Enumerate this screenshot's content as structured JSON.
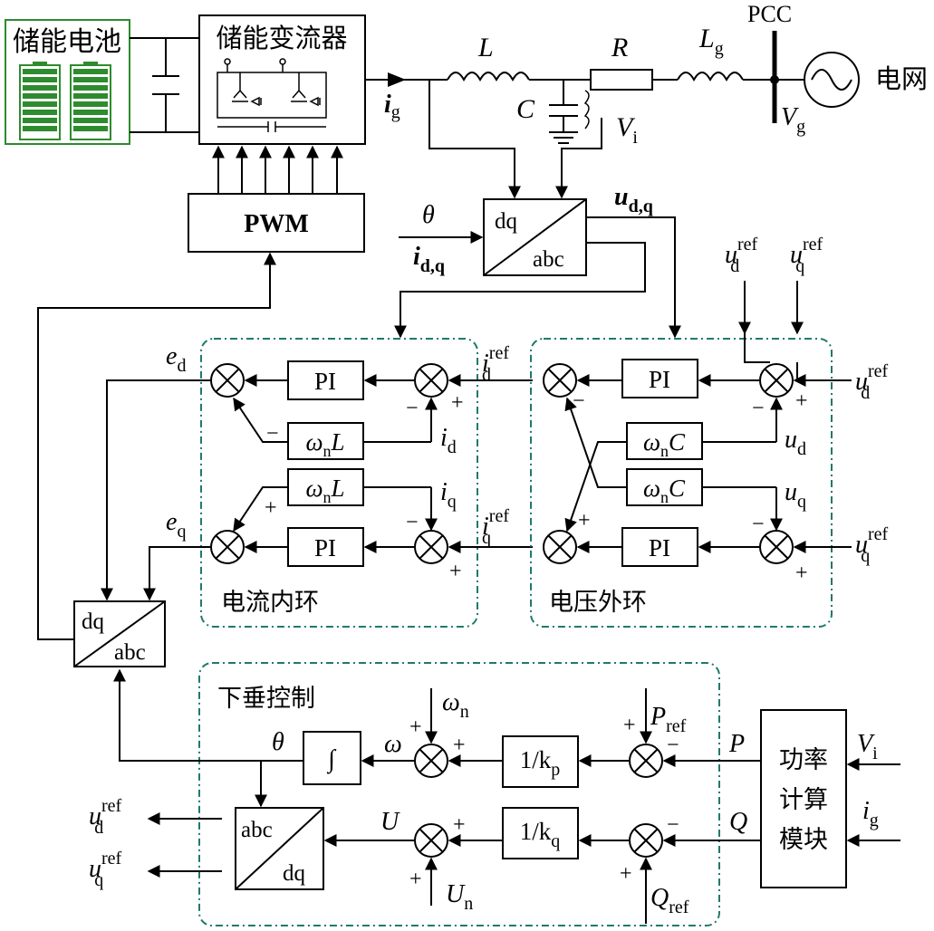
{
  "battery": {
    "label": "储能电池"
  },
  "converter": {
    "label": "储能变流器"
  },
  "grid": {
    "pcc": "PCC",
    "label": "电网",
    "L": "L",
    "R": "R",
    "Lg": "L",
    "Lg_sub": "g",
    "C": "C",
    "Vi": "V",
    "Vi_sub": "i",
    "Vg": "V",
    "Vg_sub": "g",
    "ig": "i",
    "ig_sub": "g"
  },
  "pwm": {
    "label": "PWM"
  },
  "dq_abc_top": {
    "top": "dq",
    "bottom": "abc",
    "theta": "θ",
    "idq": "i",
    "idq_sub": "d,q",
    "udq": "u",
    "udq_sub": "d,q"
  },
  "current_loop": {
    "title": "电流内环",
    "pi": "PI",
    "wnL": "ω",
    "wnL_sub": "n",
    "wnL_tail": "L",
    "ed": "e",
    "ed_sub": "d",
    "eq": "e",
    "eq_sub": "q",
    "id": "i",
    "id_sub": "d",
    "iq": "i",
    "iq_sub": "q",
    "idref": "i",
    "idref_sub": "d",
    "idref_sup": "ref",
    "iqref": "i",
    "iqref_sub": "q",
    "iqref_sup": "ref"
  },
  "voltage_loop": {
    "title": "电压外环",
    "pi": "PI",
    "wnC": "ω",
    "wnC_sub": "n",
    "wnC_tail": "C",
    "ud": "u",
    "ud_sub": "d",
    "uq": "u",
    "uq_sub": "q",
    "udref": "u",
    "udref_sub": "d",
    "udref_sup": "ref",
    "uqref": "u",
    "uqref_sub": "q",
    "uqref_sup": "ref"
  },
  "dq_abc_left": {
    "top": "dq",
    "bottom": "abc"
  },
  "droop": {
    "title": "下垂控制",
    "integrator": "∫",
    "kp": "1/k",
    "kp_sub": "p",
    "kq": "1/k",
    "kq_sub": "q",
    "omega": "ω",
    "omega_n": "ω",
    "omega_n_sub": "n",
    "theta": "θ",
    "U": "U",
    "Un": "U",
    "Un_sub": "n",
    "Pref": "P",
    "Pref_sub": "ref",
    "Qref": "Q",
    "Qref_sub": "ref",
    "P": "P",
    "Q": "Q",
    "abc_dq_top": "abc",
    "abc_dq_bottom": "dq",
    "out_ud": "u",
    "out_ud_sub": "d",
    "out_ud_sup": "ref",
    "out_uq": "u",
    "out_uq_sub": "q",
    "out_uq_sup": "ref"
  },
  "power_calc": {
    "line1": "功率",
    "line2": "计算",
    "line3": "模块",
    "Vi": "V",
    "Vi_sub": "i",
    "ig": "i",
    "ig_sub": "g"
  },
  "signs": {
    "plus": "+",
    "minus": "−"
  }
}
